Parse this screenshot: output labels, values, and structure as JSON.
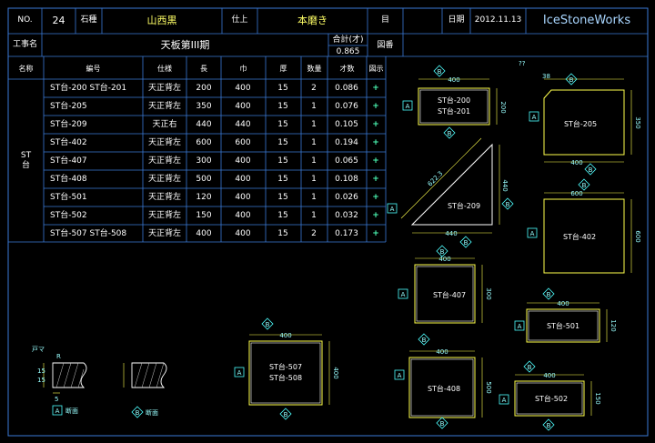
{
  "header": {
    "no_label": "NO.",
    "no_value": "24",
    "stone_label": "石種",
    "stone_value": "山西黒",
    "finish_label": "仕上",
    "finish_value": "本磨き",
    "eye_label": "目",
    "date_label": "日期",
    "date_value": "2012.11.13",
    "brand": "IceStoneWorks",
    "project_label": "工事名",
    "project_value": "天板第III期",
    "total_label": "合計(才)",
    "total_value": "0.865",
    "drawing_no_label": "図番"
  },
  "table": {
    "headers": [
      "名称",
      "編号",
      "仕様",
      "長",
      "巾",
      "厚",
      "数量",
      "才数",
      "図示"
    ],
    "group_label_line1": "ST",
    "group_label_line2": "台",
    "rows": [
      {
        "code": "ST台-200  ST台-201",
        "spec": "天正背左",
        "length": "200",
        "width": "400",
        "thick": "15",
        "qty": "2",
        "sai": "0.086",
        "fig": "+"
      },
      {
        "code": "ST台-205",
        "spec": "天正背左",
        "length": "350",
        "width": "400",
        "thick": "15",
        "qty": "1",
        "sai": "0.076",
        "fig": "+"
      },
      {
        "code": "ST台-209",
        "spec": "天正右",
        "length": "440",
        "width": "440",
        "thick": "15",
        "qty": "1",
        "sai": "0.105",
        "fig": "+"
      },
      {
        "code": "ST台-402",
        "spec": "天正背左",
        "length": "600",
        "width": "600",
        "thick": "15",
        "qty": "1",
        "sai": "0.194",
        "fig": "+"
      },
      {
        "code": "ST台-407",
        "spec": "天正背左",
        "length": "300",
        "width": "400",
        "thick": "15",
        "qty": "1",
        "sai": "0.065",
        "fig": "+"
      },
      {
        "code": "ST台-408",
        "spec": "天正背左",
        "length": "500",
        "width": "400",
        "thick": "15",
        "qty": "1",
        "sai": "0.108",
        "fig": "+"
      },
      {
        "code": "ST台-501",
        "spec": "天正背左",
        "length": "120",
        "width": "400",
        "thick": "15",
        "qty": "1",
        "sai": "0.026",
        "fig": "+"
      },
      {
        "code": "ST台-502",
        "spec": "天正背左",
        "length": "150",
        "width": "400",
        "thick": "15",
        "qty": "1",
        "sai": "0.032",
        "fig": "+"
      },
      {
        "code": "ST台-507  ST台-508",
        "spec": "天正背左",
        "length": "400",
        "width": "400",
        "thick": "15",
        "qty": "2",
        "sai": "0.173",
        "fig": "+"
      }
    ]
  },
  "pieces": {
    "p200": {
      "l1": "ST台-200",
      "l2": "ST台-201",
      "w": "400",
      "h": "200"
    },
    "p205": {
      "l1": "ST台-205",
      "w": "400",
      "h": "350",
      "corner": "38",
      "note": "??"
    },
    "p209": {
      "l1": "ST台-209",
      "diag": "622.3",
      "h": "440",
      "w": "440"
    },
    "p402": {
      "l1": "ST台-402",
      "w": "600",
      "h": "600"
    },
    "p407": {
      "l1": "ST台-407",
      "w": "400",
      "h": "300"
    },
    "p501": {
      "l1": "ST台-501",
      "w": "400",
      "h": "120"
    },
    "p408": {
      "l1": "ST台-408",
      "w": "400",
      "h": "500"
    },
    "p502": {
      "l1": "ST台-502",
      "w": "400",
      "h": "150"
    },
    "p507": {
      "l1": "ST台-507",
      "l2": "ST台-508",
      "w": "400",
      "h": "400"
    }
  },
  "sections": {
    "a_label": "断面",
    "b_label": "断面",
    "tag_a": "A",
    "tag_b": "B",
    "a_top": "戸マ",
    "a_h1": "15",
    "a_h2": "15",
    "a_w": "5",
    "a_r": "R"
  }
}
